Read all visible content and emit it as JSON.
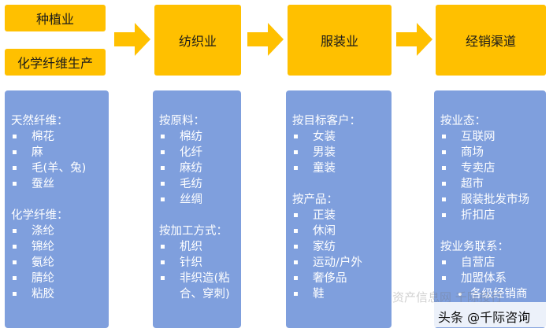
{
  "stages": {
    "planting": "种植业",
    "chemical_fiber": "化学纤维生产",
    "textile": "纺织业",
    "apparel": "服装业",
    "distribution": "经销渠道"
  },
  "colors": {
    "stage_fill": "#FFC000",
    "panel_fill": "#7F9FDD",
    "panel_text": "#FFFFFF"
  },
  "panels": {
    "raw": {
      "natural_heading": "天然纤维：",
      "natural_items": [
        "棉花",
        "麻",
        "毛(羊、兔)",
        "蚕丝"
      ],
      "chemical_heading": "化学纤维：",
      "chemical_items": [
        "涤纶",
        "锦纶",
        "氨纶",
        "腈纶",
        "粘胶"
      ]
    },
    "textile": {
      "material_heading": "按原料：",
      "material_items": [
        "棉纺",
        "化纤",
        "麻纺",
        "毛纺",
        "丝绸"
      ],
      "process_heading": "按加工方式：",
      "process_items": [
        "机织",
        "针织"
      ],
      "process_last_line1": "非织造(粘",
      "process_last_line2": "合、穿刺)"
    },
    "apparel": {
      "customer_heading": "按目标客户：",
      "customer_items": [
        "女装",
        "男装",
        "童装"
      ],
      "product_heading": "按产品：",
      "product_items": [
        "正装",
        "休闲",
        "家纺",
        "运动/户外",
        "奢侈品",
        "鞋"
      ]
    },
    "channel": {
      "format_heading": "按业态：",
      "format_items": [
        "互联网",
        "商场",
        "专卖店",
        "超市",
        "服装批发市场",
        "折扣店"
      ],
      "business_heading": "按业务联系：",
      "business_items": [
        "自营店",
        "加盟体系"
      ],
      "business_sub_item": "各级经销商"
    }
  },
  "watermark": {
    "faint": "资产信息网 千际投行",
    "credit": "头条 @千际咨询"
  }
}
